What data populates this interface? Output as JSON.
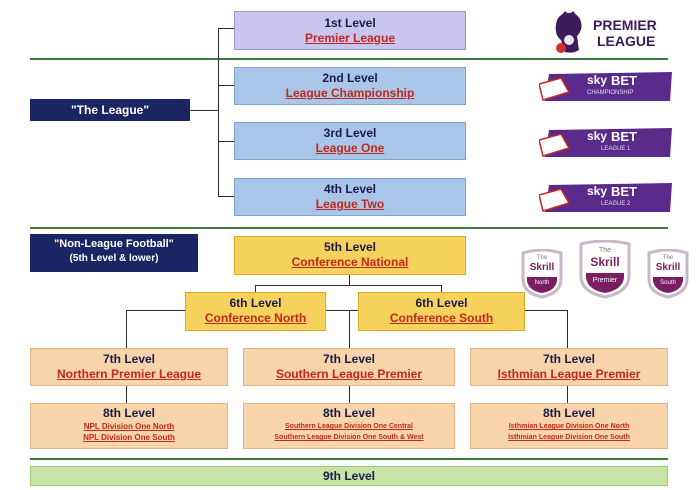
{
  "premier_logo": {
    "line1": "PREMIER",
    "line2": "LEAGUE"
  },
  "sponsor": {
    "sky": "sky",
    "bet": "BET",
    "subs": [
      "CHAMPIONSHIP",
      "LEAGUE 1",
      "LEAGUE 2"
    ]
  },
  "the_league_label": "\"The League\"",
  "nonleague_label": {
    "line1": "\"Non-League Football\"",
    "line2": "(5th Level & lower)"
  },
  "levels": {
    "l1": {
      "level": "1st Level",
      "name": "Premier League"
    },
    "l2": {
      "level": "2nd Level",
      "name": "League Championship"
    },
    "l3": {
      "level": "3rd Level",
      "name": "League One"
    },
    "l4": {
      "level": "4th Level",
      "name": "League Two"
    },
    "l5": {
      "level": "5th Level",
      "name": "Conference National"
    },
    "l6a": {
      "level": "6th Level",
      "name": "Conference North"
    },
    "l6b": {
      "level": "6th Level",
      "name": "Conference South"
    },
    "l7a": {
      "level": "7th Level",
      "name": "Northern Premier League"
    },
    "l7b": {
      "level": "7th Level",
      "name": "Southern League Premier"
    },
    "l7c": {
      "level": "7th Level",
      "name": "Isthmian League Premier"
    },
    "l8a": {
      "level": "8th Level",
      "name1": "NPL Division One North",
      "name2": "NPL Division One South"
    },
    "l8b": {
      "level": "8th Level",
      "name1": "Southern League Division One Central",
      "name2": "Southern League Division One South & West"
    },
    "l8c": {
      "level": "8th Level",
      "name1": "Isthmian League Division One North",
      "name2": "Isthmian League Division One South"
    },
    "l9": {
      "level": "9th Level"
    }
  },
  "skrill_badges": [
    {
      "the": "The",
      "brand": "Skrill",
      "sub": "North"
    },
    {
      "the": "The",
      "brand": "Skrill",
      "sub": "Premier"
    },
    {
      "the": "The",
      "brand": "Skrill",
      "sub": "South"
    }
  ],
  "colors": {
    "navy": "#1a2563",
    "link_red": "#c0281e",
    "sky_purple": "#5a2b8a",
    "skrill_purple": "#7a1e62"
  }
}
